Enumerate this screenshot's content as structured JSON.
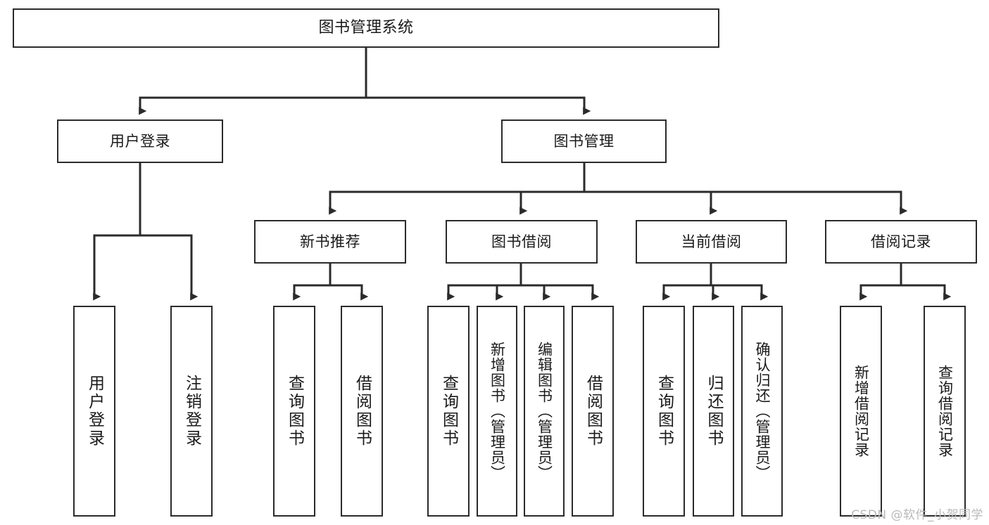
{
  "diagram": {
    "title": "图书管理系统",
    "type": "tree-hierarchy",
    "watermark": "CSDN @软件_小贺同学",
    "colors": {
      "stroke": "#2b2b2b",
      "fill": "#ffffff",
      "text": "#1a1a1a",
      "watermark": "#b9b9b9"
    },
    "nodes": {
      "root": {
        "label": "图书管理系统"
      },
      "level2": [
        {
          "id": "user-login",
          "label": "用户登录"
        },
        {
          "id": "book-manage",
          "label": "图书管理"
        }
      ],
      "level3": [
        {
          "id": "new-book-recommend",
          "label": "新书推荐"
        },
        {
          "id": "book-borrow",
          "label": "图书借阅"
        },
        {
          "id": "current-borrow",
          "label": "当前借阅"
        },
        {
          "id": "borrow-record",
          "label": "借阅记录"
        }
      ],
      "leaves": {
        "user-login": [
          {
            "id": "leaf-user-login",
            "label": "用户登录"
          },
          {
            "id": "leaf-user-logout",
            "label": "注销登录"
          }
        ],
        "new-book-recommend": [
          {
            "id": "leaf-query-book-1",
            "label": "查询图书"
          },
          {
            "id": "leaf-borrow-book-1",
            "label": "借阅图书"
          }
        ],
        "book-borrow": [
          {
            "id": "leaf-query-book-2",
            "label": "查询图书"
          },
          {
            "id": "leaf-add-book",
            "label": "新增图书（管理员）"
          },
          {
            "id": "leaf-edit-book",
            "label": "编辑图书（管理员）"
          },
          {
            "id": "leaf-borrow-book-2",
            "label": "借阅图书"
          }
        ],
        "current-borrow": [
          {
            "id": "leaf-query-book-3",
            "label": "查询图书"
          },
          {
            "id": "leaf-return-book",
            "label": "归还图书"
          },
          {
            "id": "leaf-confirm-return",
            "label": "确认归还（管理员）"
          }
        ],
        "borrow-record": [
          {
            "id": "leaf-add-record",
            "label": "新增借阅记录"
          },
          {
            "id": "leaf-query-record",
            "label": "查询借阅记录"
          }
        ]
      }
    }
  }
}
